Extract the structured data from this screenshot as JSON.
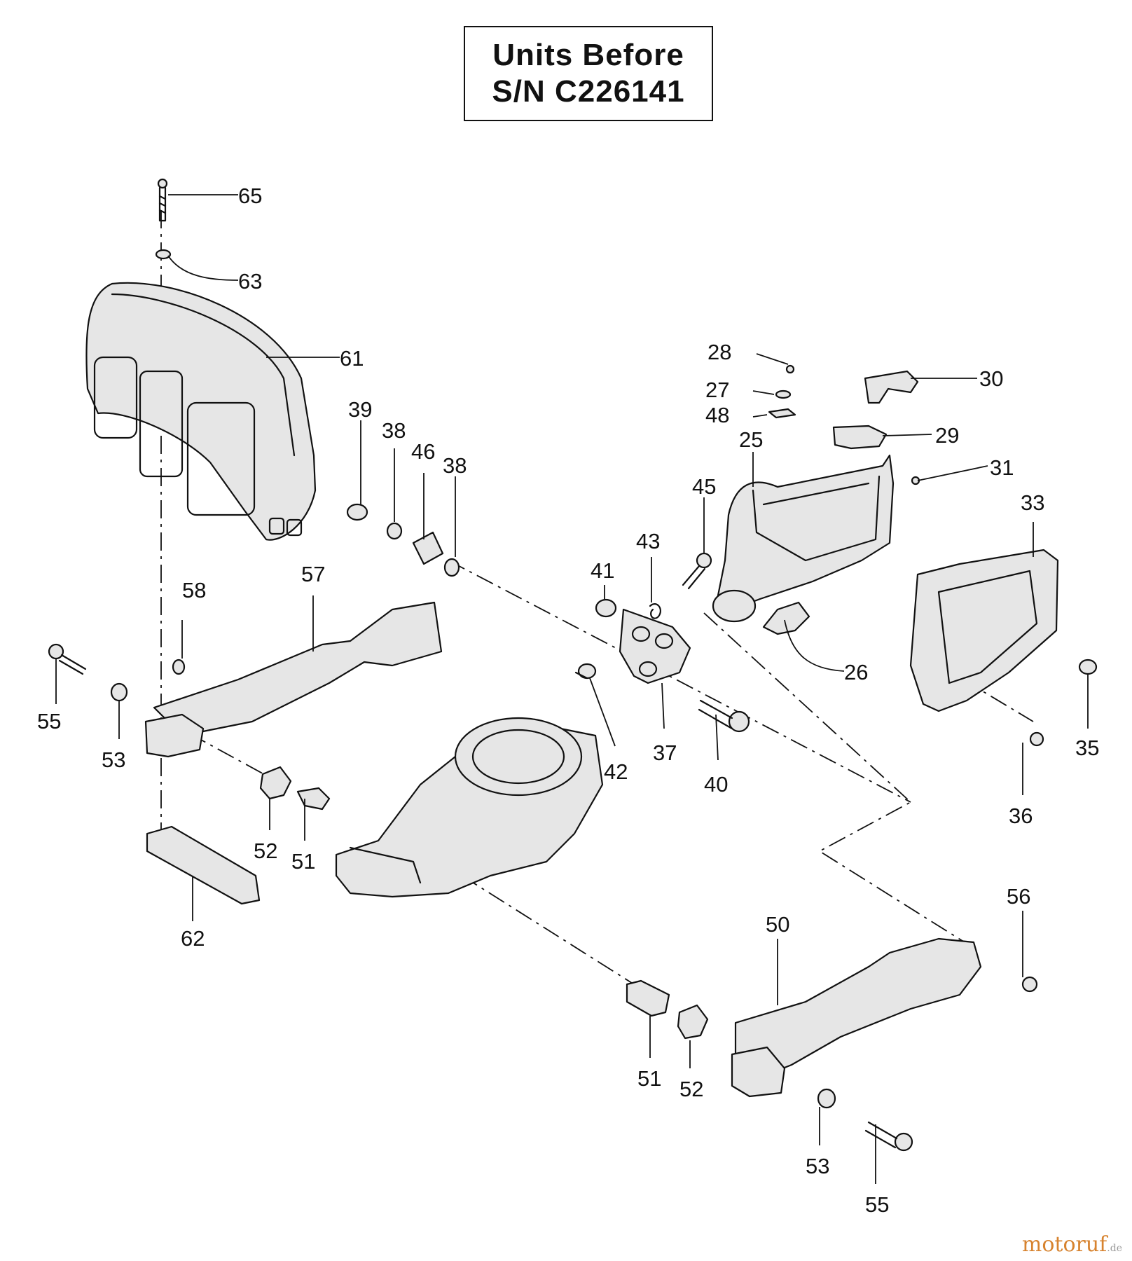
{
  "title_box": {
    "line1": "Units Before",
    "line2": "S/N C226141"
  },
  "callouts": {
    "n65": "65",
    "n63": "63",
    "n61": "61",
    "n39": "39",
    "n38a": "38",
    "n46": "46",
    "n38b": "38",
    "n28": "28",
    "n27": "27",
    "n48": "48",
    "n30": "30",
    "n29": "29",
    "n25": "25",
    "n31": "31",
    "n45": "45",
    "n33": "33",
    "n43": "43",
    "n41": "41",
    "n57": "57",
    "n58": "58",
    "n26": "26",
    "n55a": "55",
    "n53a": "53",
    "n37": "37",
    "n42": "42",
    "n40": "40",
    "n35": "35",
    "n36": "36",
    "n52a": "52",
    "n51a": "51",
    "n62": "62",
    "n56": "56",
    "n50": "50",
    "n51b": "51",
    "n52b": "52",
    "n53b": "53",
    "n55b": "55"
  },
  "watermark": {
    "brand": "motoruf",
    "tld": ".de"
  }
}
